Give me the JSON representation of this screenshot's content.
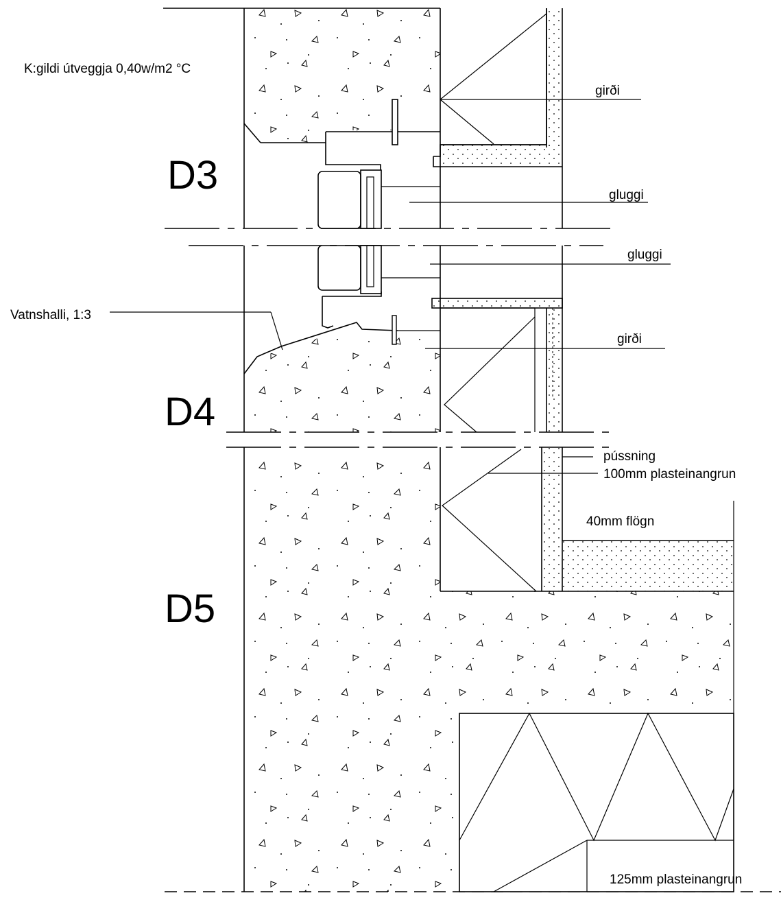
{
  "labels": {
    "u_value": "K:gildi útveggja 0,40w/m2  °C",
    "girdi_top": "girði",
    "gluggi_top": "gluggi",
    "gluggi_bottom": "gluggi",
    "vatnshalli": "Vatnshalli, 1:3",
    "girdi_mid": "girði",
    "pussning": "pússning",
    "plast100": "100mm plasteinangrun",
    "flogn": "40mm flögn",
    "plast125": "125mm plasteinangrun"
  },
  "sections": {
    "d3": "D3",
    "d4": "D4",
    "d5": "D5"
  },
  "colors": {
    "line": "#000000",
    "background": "#ffffff"
  }
}
